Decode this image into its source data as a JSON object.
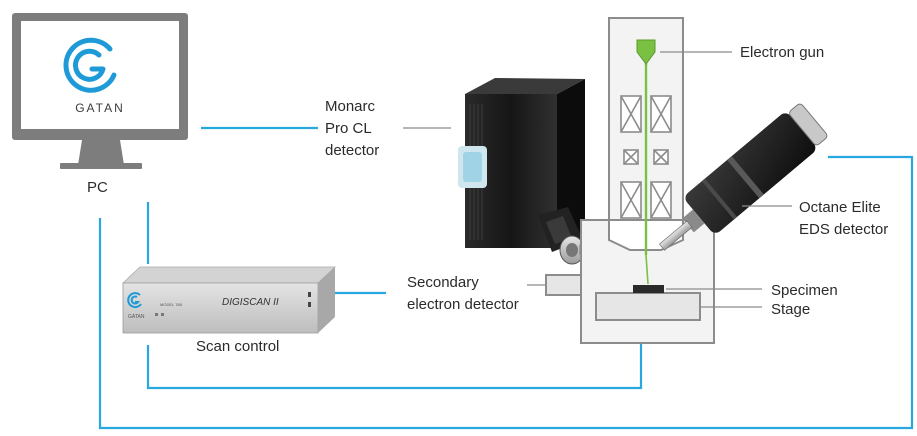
{
  "labels": {
    "pc": "PC",
    "monarc": [
      "Monarc",
      "Pro CL",
      "detector"
    ],
    "electron_gun": "Electron gun",
    "octane": [
      "Octane Elite",
      "EDS detector"
    ],
    "secondary": [
      "Secondary",
      "electron detector"
    ],
    "specimen": "Specimen",
    "stage": "Stage",
    "scan_control": "Scan control"
  },
  "monitor_logo": {
    "brand": "GATAN"
  },
  "scan_unit": {
    "brand": "GATAN",
    "model": "MODEL 788",
    "name": "DIGISCAN II"
  },
  "colors": {
    "cable": "#29a8e0",
    "monitor_frame": "#7d7d7d",
    "beam": "#7ac143",
    "gun": "#7ac143",
    "column_stroke": "#8c8c8c",
    "logo": "#1e9ad6"
  }
}
